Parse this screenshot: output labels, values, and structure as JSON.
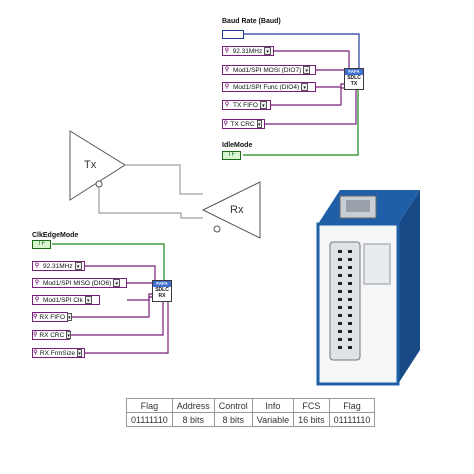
{
  "tx_block": {
    "baud_label": "Baud Rate (Baud)",
    "baud_value": "",
    "controls": [
      {
        "text": "92.31MHz"
      },
      {
        "text": "Mod1/SPI MOSI (DIO7)"
      },
      {
        "text": "Mod1/SPI Func (DIO4)"
      },
      {
        "text": "TX FIFO"
      },
      {
        "text": "TX CRC"
      }
    ],
    "node_header": "FAFA",
    "node_line1": "SDLC",
    "node_line2": "TX",
    "idle_label": "IdleMode",
    "idle_value": "TF"
  },
  "rx_block": {
    "clk_label": "ClkEdgeMode",
    "clk_value": "TF",
    "controls": [
      {
        "text": "92.31MHz"
      },
      {
        "text": "Mod1/SPI MISO (DIO6)"
      },
      {
        "text": "Mod1/SPI Clk"
      },
      {
        "text": "RX FIFO"
      },
      {
        "text": "RX CRC"
      },
      {
        "text": "RX FrmSize"
      }
    ],
    "node_header": "FAFA",
    "node_line1": "SDLC",
    "node_line2": "RX"
  },
  "buffers": {
    "tx_label": "Tx",
    "rx_label": "Rx"
  },
  "frame_table": {
    "headers": [
      "Flag",
      "Address",
      "Control",
      "Info",
      "FCS",
      "Flag"
    ],
    "values": [
      "01111110",
      "8 bits",
      "8 bits",
      "Variable",
      "16 bits",
      "01111110"
    ]
  },
  "colors": {
    "wire_cluster": "#7a1f7a",
    "wire_bool": "#1b8a1b",
    "wire_numeric": "#1e3c96",
    "module_blue": "#1f5fa8"
  }
}
